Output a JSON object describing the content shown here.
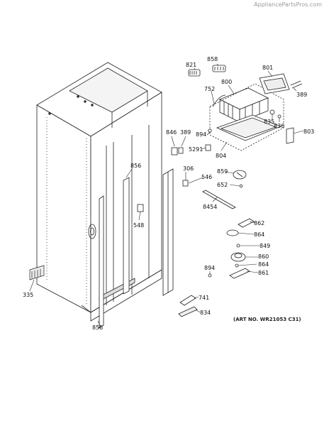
{
  "watermark": "AppliancePartsPros.com",
  "art_number": "(ART NO. WR21053 C31)",
  "parts": {
    "p821": "821",
    "p858": "858",
    "p801": "801",
    "p800": "800",
    "p752": "752",
    "p389a": "389",
    "p835": "835",
    "p836": "836",
    "p803": "803",
    "p846": "846",
    "p389b": "389",
    "p894a": "894",
    "p5291": "5291",
    "p804": "804",
    "p306": "306",
    "p546": "546",
    "p859": "859",
    "p652": "652",
    "p856a": "856",
    "p548": "548",
    "p8454": "8454",
    "p862": "862",
    "p864a": "864",
    "p849": "849",
    "p860": "860",
    "p864b": "864",
    "p861": "861",
    "p894b": "894",
    "p741": "741",
    "p834": "834",
    "p335": "335",
    "p856b": "856"
  }
}
